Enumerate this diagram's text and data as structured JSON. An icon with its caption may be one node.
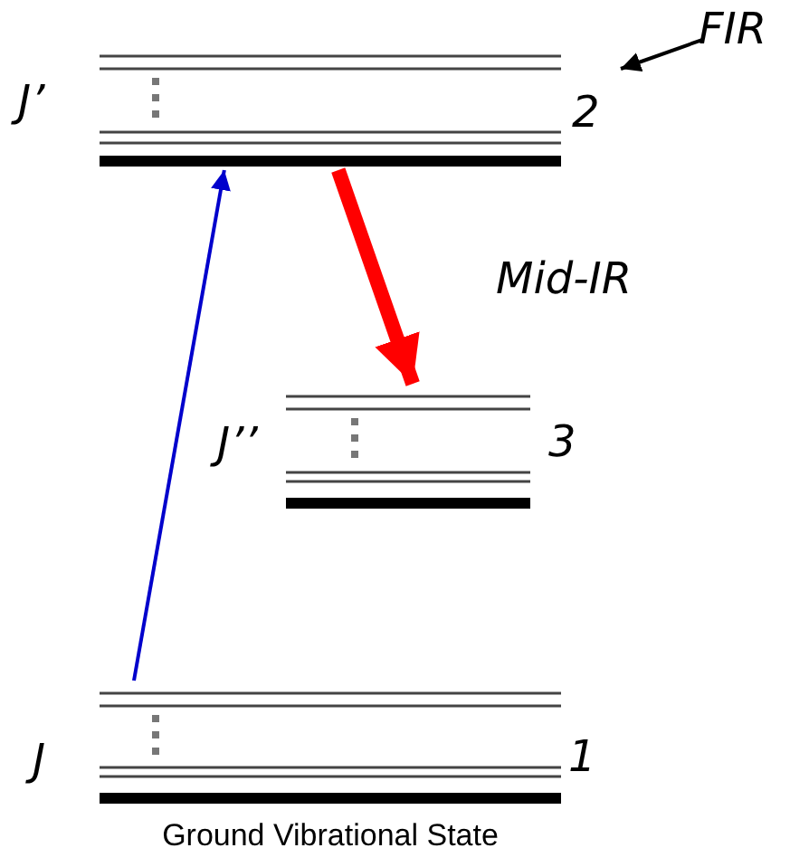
{
  "diagram": {
    "nodes": [
      {
        "text": [
          "J’",
          "2"
        ]
      },
      {
        "text": [
          "J’’",
          "3"
        ]
      },
      {
        "text": [
          "J",
          "1"
        ],
        "beside": [
          "Ground Vibrational State"
        ]
      },
      {
        "text": [
          "FIR"
        ]
      }
    ],
    "edges": [
      {
        "from": 2,
        "to": 0,
        "arrow": "to",
        "color": "#0000cc"
      },
      {
        "from": 0,
        "to": 1,
        "arrow": "to",
        "style": "thick",
        "color": "#ff0000",
        "label": "Mid-IR"
      },
      {
        "from": 3,
        "to": 0,
        "arrow": "to",
        "color": "#000000"
      }
    ]
  }
}
